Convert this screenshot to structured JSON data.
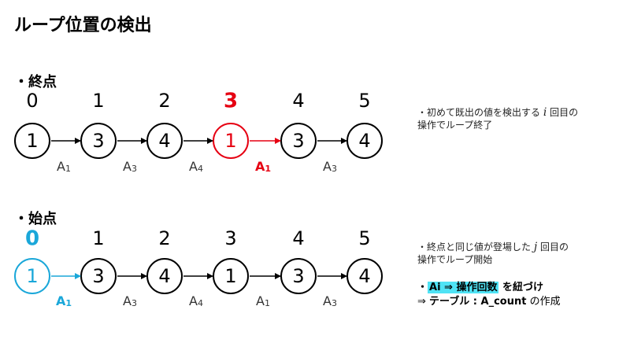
{
  "title": "ループ位置の検出",
  "sections": [
    {
      "label": "・終点",
      "highlight": 3,
      "highlight_color": "#e60012",
      "indices": [
        "0",
        "1",
        "2",
        "3",
        "4",
        "5"
      ],
      "nodes": [
        "1",
        "3",
        "4",
        "1",
        "3",
        "4"
      ],
      "edges": [
        {
          "base": "A",
          "sub": "1"
        },
        {
          "base": "A",
          "sub": "3"
        },
        {
          "base": "A",
          "sub": "4"
        },
        {
          "base": "A",
          "sub": "1"
        },
        {
          "base": "A",
          "sub": "3"
        }
      ],
      "note": {
        "part1": "・初めて既出の値を検出する",
        "var": "i",
        "part2": "回目の",
        "line2": "操作でループ終了"
      }
    },
    {
      "label": "・始点",
      "highlight": 0,
      "highlight_color": "#1aa7d9",
      "indices": [
        "0",
        "1",
        "2",
        "3",
        "4",
        "5"
      ],
      "nodes": [
        "1",
        "3",
        "4",
        "1",
        "3",
        "4"
      ],
      "edges": [
        {
          "base": "A",
          "sub": "1"
        },
        {
          "base": "A",
          "sub": "3"
        },
        {
          "base": "A",
          "sub": "4"
        },
        {
          "base": "A",
          "sub": "1"
        },
        {
          "base": "A",
          "sub": "3"
        }
      ],
      "note": {
        "part1": "・終点と同じ値が登場した",
        "var": "j",
        "part2": "回目の",
        "line2": "操作でループ開始"
      }
    }
  ],
  "summary": {
    "prefix": "・",
    "highlight_text": "Ai ⇒ 操作回数",
    "suffix": " を紐づけ",
    "line2_prefix": "⇒ ",
    "line2_bold": "テーブル : A_count",
    "line2_suffix": " の作成"
  }
}
